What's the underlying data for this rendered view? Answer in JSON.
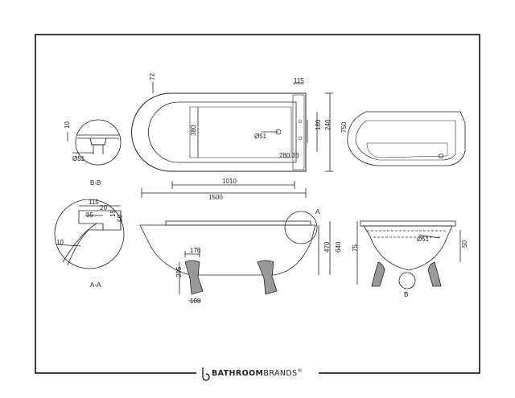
{
  "brand": {
    "name_bold": "BATHROOM",
    "name_light": "BRANDS",
    "mark": "®"
  },
  "plan": {
    "dim_width": "1500",
    "dim_inner_length": "1010",
    "dim_inner_width": "380",
    "dim_rim": "72",
    "dim_tap_deck": "115",
    "dim_waste": "Ø51",
    "dim_waste_pos": "280.33",
    "dim_depth_total": "750",
    "dim_deck_h": "240",
    "dim_deck_inner": "180"
  },
  "section_bb": {
    "label": "B-B",
    "dim_rim": "10",
    "dim_waste": "Ø51"
  },
  "section_aa": {
    "label": "A-A",
    "dim_width": "115",
    "dim_inner": "95",
    "dim_lip": "20",
    "dim_small": "15",
    "dim_height": "50",
    "dim_wall": "10"
  },
  "side": {
    "callout": "A",
    "dim_foot_width": "178",
    "dim_foot_height": "295",
    "dim_foot_base": "108",
    "dim_inner_height": "470",
    "dim_total_height": "640"
  },
  "end": {
    "callout": "B",
    "dim_waste": "Ø51",
    "dim_rim_h": "75",
    "dim_overflow": "50"
  }
}
